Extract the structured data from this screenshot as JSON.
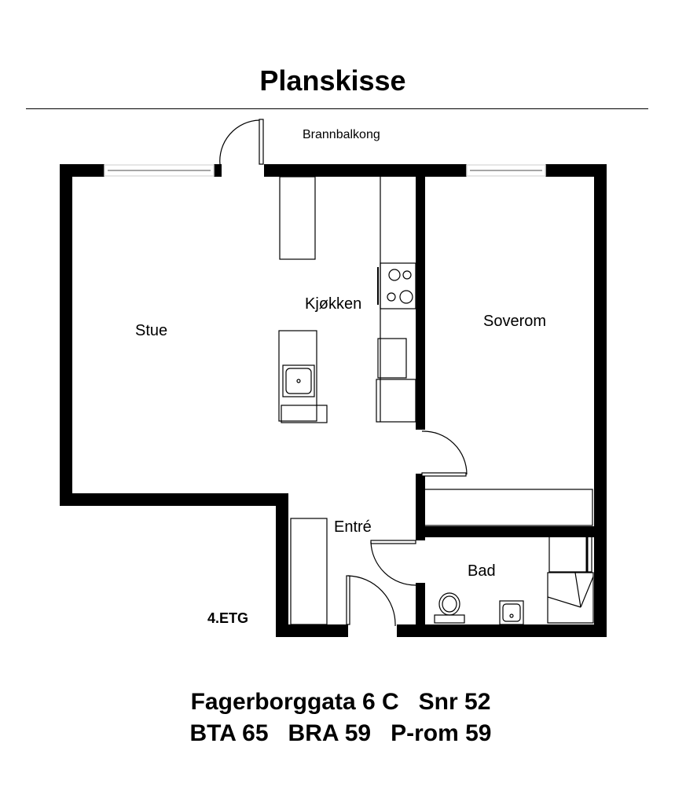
{
  "title": "Planskisse",
  "floor_label": "4.ETG",
  "balcony_label": "Brannbalkong",
  "rooms": {
    "stue": "Stue",
    "kjokken": "Kjøkken",
    "soverom": "Soverom",
    "entre": "Entré",
    "bad": "Bad"
  },
  "footer": {
    "line1": "Fagerborggata 6 C   Snr 52",
    "line2": "BTA 65   BRA 59   P-rom 59"
  },
  "colors": {
    "wall": "#000000",
    "line": "#000000",
    "window": "#888888",
    "background": "#ffffff"
  }
}
